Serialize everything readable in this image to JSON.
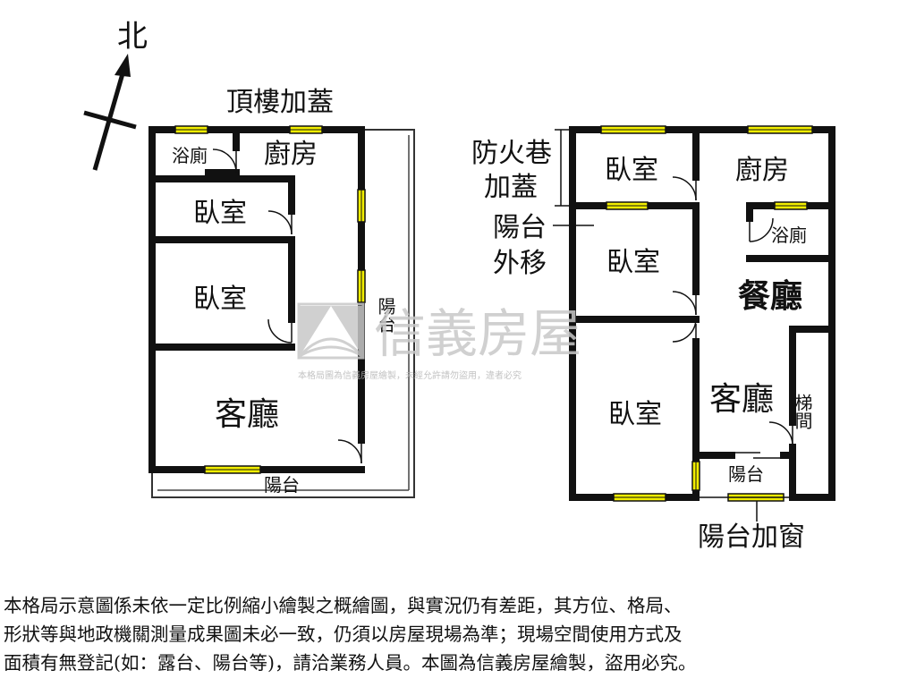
{
  "compass": {
    "north_label": "北"
  },
  "left_plan": {
    "title": "頂樓加蓋",
    "rooms": {
      "bath": "浴廁",
      "kitchen": "廚房",
      "bedroom_1": "臥室",
      "bedroom_2": "臥室",
      "living": "客廳",
      "balcony_side": "陽台",
      "balcony_bottom": "陽台"
    }
  },
  "right_plan": {
    "fire_lane_note": [
      "防火巷",
      "加蓋"
    ],
    "balcony_moved_note": [
      "陽台",
      "外移"
    ],
    "balcony_window_note": "陽台加窗",
    "rooms": {
      "bedroom_top": "臥室",
      "kitchen": "廚房",
      "bedroom_mid": "臥室",
      "bath": "浴廁",
      "dining": "餐廳",
      "bedroom_bottom": "臥室",
      "living": "客廳",
      "stairs": "梯間",
      "balcony": "陽台"
    }
  },
  "watermark": {
    "brand": "信義房屋",
    "notice": "本格局圖為信義房屋繪製，未經允許請勿盜用，違者必究"
  },
  "disclaimer": [
    "本格局示意圖係未依一定比例縮小繪製之概繪圖，與實況仍有差距，其方位、格局、",
    "形狀等與地政機關測量成果圖未必一致，仍須以房屋現場為準；現場空間使用方式及",
    "面積有無登記(如：露台、陽台等)，請洽業務人員。本圖為信義房屋繪製，盜用必究。"
  ],
  "colors": {
    "wall": "#111111",
    "window_fill": "#f2ee00",
    "watermark": "#c8c8c8"
  }
}
